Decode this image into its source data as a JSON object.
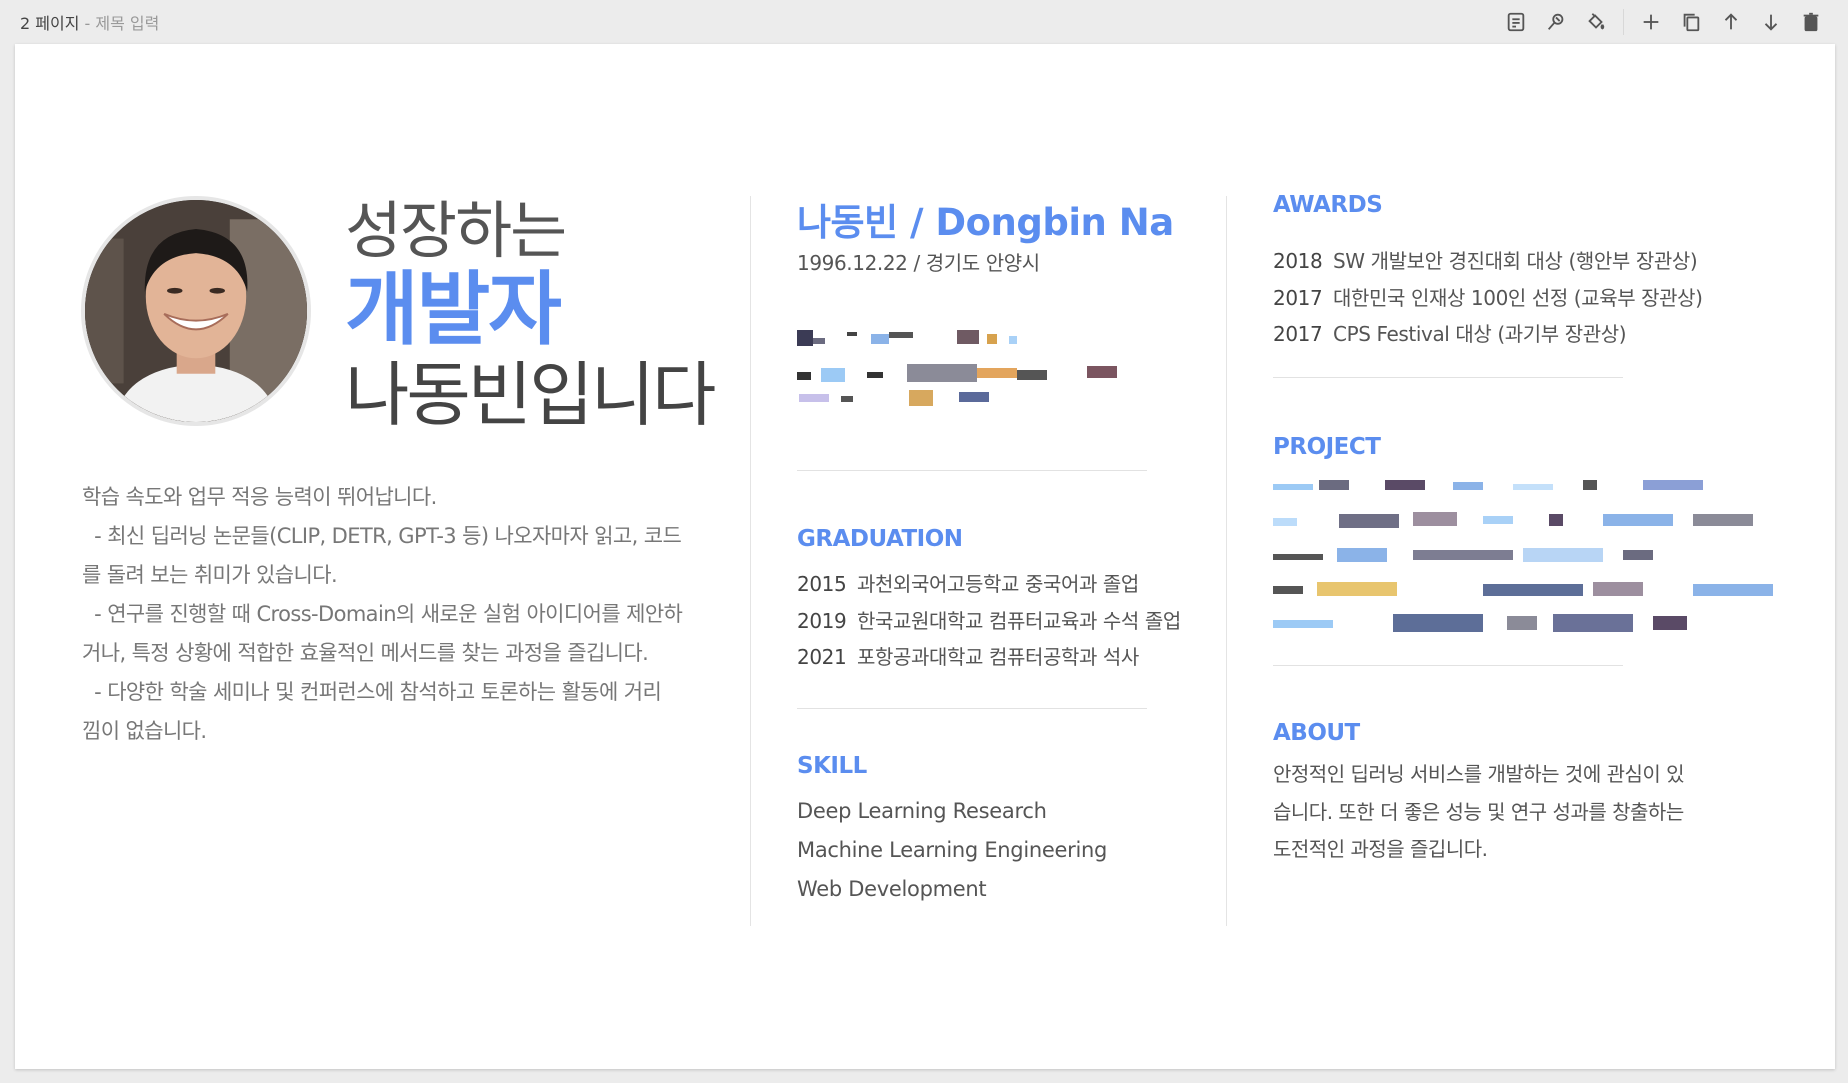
{
  "topbar": {
    "page_number": "2 페이지",
    "separator": " - ",
    "title_placeholder": "제목 입력"
  },
  "toolbar": {
    "buttons": [
      "note-icon",
      "magic-icon",
      "paint-bucket-icon",
      "add-icon",
      "duplicate-icon",
      "move-up-icon",
      "move-down-icon",
      "delete-icon"
    ]
  },
  "profile": {
    "headline_line1": "성장하는",
    "headline_line2": "개발자",
    "headline_line3": "나동빈입니다",
    "intro_lines": [
      "학습 속도와 업무 적응 능력이 뛰어납니다.",
      "  - 최신 딥러닝 논문들(CLIP, DETR, GPT-3 등) 나오자마자 읽고, 코드",
      "를 돌려 보는 취미가 있습니다.",
      "  - 연구를 진행할 때 Cross-Domain의 새로운 실험 아이디어를 제안하",
      "거나, 특정 상황에 적합한 효율적인 메서드를 찾는 과정을 즐깁니다.",
      "  - 다양한 학술 세미나 및 컨퍼런스에 참석하고 토론하는 활동에 거리",
      "낌이 없습니다."
    ],
    "name": "나동빈 / Dongbin Na",
    "birth": "1996.12.22 / 경기도 안양시"
  },
  "graduation": {
    "title": "GRADUATION",
    "items": [
      {
        "year": "2015",
        "text": "과천외국어고등학교 중국어과 졸업"
      },
      {
        "year": "2019",
        "text": "한국교원대학교 컴퓨터교육과 수석 졸업"
      },
      {
        "year": "2021",
        "text": "포항공과대학교 컴퓨터공학과 석사"
      }
    ]
  },
  "skill": {
    "title": "SKILL",
    "items": [
      "Deep Learning Research",
      "Machine Learning Engineering",
      "Web Development"
    ]
  },
  "awards": {
    "title": "AWARDS",
    "items": [
      {
        "year": "2018",
        "text": "SW 개발보안 경진대회 대상 (행안부 장관상)"
      },
      {
        "year": "2017",
        "text": "대한민국 인재상 100인 선정 (교육부 장관상)"
      },
      {
        "year": "2017",
        "text": "CPS Festival 대상 (과기부 장관상)"
      }
    ]
  },
  "project": {
    "title": "PROJECT"
  },
  "about": {
    "title": "ABOUT",
    "lines": [
      "안정적인 딥러닝 서비스를 개발하는 것에 관심이 있",
      "습니다. 또한 더 좋은 성능 및 연구 성과를 창출하는",
      "도전적인 과정을 즐깁니다."
    ]
  },
  "colors": {
    "accent": "#5b8def",
    "text": "#555555",
    "muted": "#777777"
  }
}
